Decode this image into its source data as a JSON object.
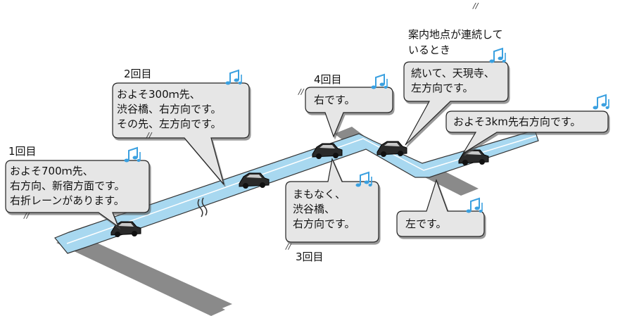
{
  "labels": {
    "first": "1回目",
    "second": "2回目",
    "third": "3回目",
    "fourth": "4回目",
    "continuous_line1": "案内地点が連続して",
    "continuous_line2": "いるとき"
  },
  "bubbles": {
    "first": [
      "およそ700ｍ先、",
      "右方向、新宿方面です。",
      "右折レーンがあります。"
    ],
    "second": [
      "およそ300ｍ先、",
      "渋谷橋、右方向です。",
      "その先、左方向です。"
    ],
    "third": [
      "まもなく、",
      "渋谷橋、",
      "右方向です。"
    ],
    "fourth": [
      "右です。"
    ],
    "continuous": [
      "続いて、天現寺、",
      "左方向です。"
    ],
    "left": [
      "左です。"
    ],
    "approx3km": [
      "およそ3km先右方向です。"
    ]
  },
  "marks": {
    "slash": "//"
  },
  "colors": {
    "road_route": "#a8d8f0",
    "road_side": "#8a8a8a",
    "bubble_fill": "#e6e6e6",
    "bubble_stroke": "#222222",
    "note_icon": "#3aa0e0"
  }
}
